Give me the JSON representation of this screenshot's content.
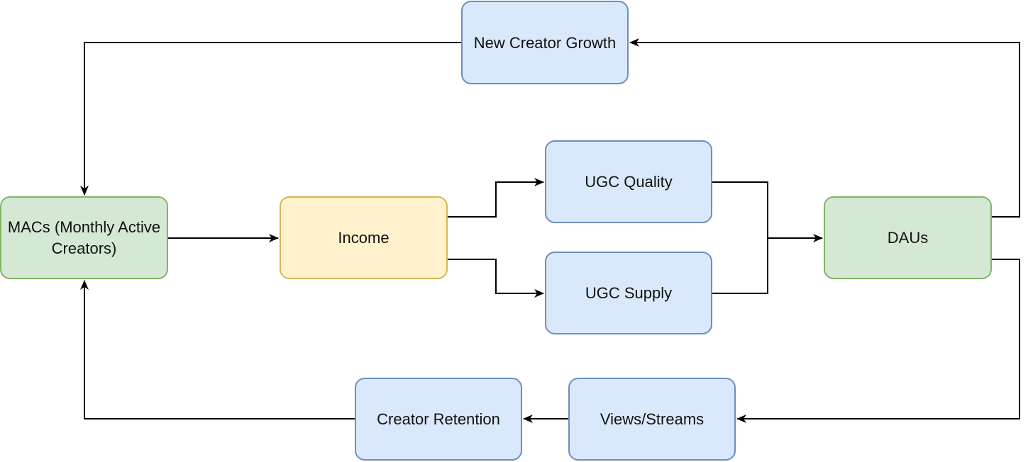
{
  "diagram": {
    "nodes": {
      "new_creator_growth": "New Creator Growth",
      "macs": "MACs (Monthly Active Creators)",
      "income": "Income",
      "ugc_quality": "UGC Quality",
      "ugc_supply": "UGC Supply",
      "daus": "DAUs",
      "creator_retention": "Creator Retention",
      "views_streams": "Views/Streams"
    },
    "edges": [
      {
        "from": "MACs (Monthly Active Creators)",
        "to": "Income"
      },
      {
        "from": "Income",
        "to": "UGC Quality"
      },
      {
        "from": "Income",
        "to": "UGC Supply"
      },
      {
        "from": "UGC Quality",
        "to": "DAUs"
      },
      {
        "from": "UGC Supply",
        "to": "DAUs"
      },
      {
        "from": "DAUs",
        "to": "New Creator Growth"
      },
      {
        "from": "New Creator Growth",
        "to": "MACs (Monthly Active Creators)"
      },
      {
        "from": "DAUs",
        "to": "Views/Streams"
      },
      {
        "from": "Views/Streams",
        "to": "Creator Retention"
      },
      {
        "from": "Creator Retention",
        "to": "MACs (Monthly Active Creators)"
      }
    ],
    "colors": {
      "blue_fill": "#dae8fc",
      "blue_stroke": "#6c8ebf",
      "green_fill": "#d5e8d4",
      "green_stroke": "#82b366",
      "yellow_fill": "#fff2cc",
      "yellow_stroke": "#d6b656",
      "connector": "#000000"
    }
  }
}
